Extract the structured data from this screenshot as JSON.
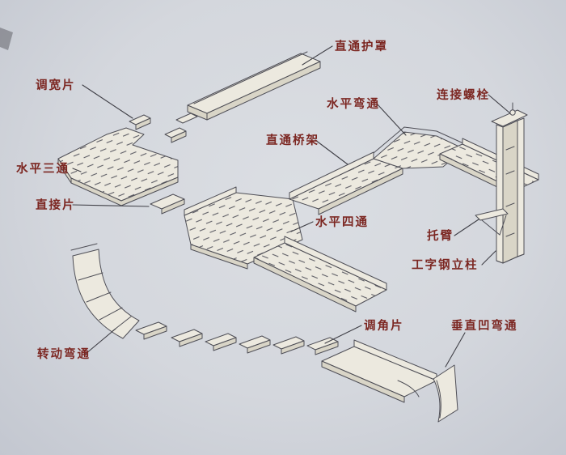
{
  "diagram": {
    "type": "isometric-parts-diagram",
    "labels": [
      {
        "id": "straight-cover",
        "text": "直通护罩"
      },
      {
        "id": "width-adjust-piece",
        "text": "调宽片"
      },
      {
        "id": "horizontal-bend",
        "text": "水平弯通"
      },
      {
        "id": "connecting-bolt",
        "text": "连接螺栓"
      },
      {
        "id": "straight-tray",
        "text": "直通桥架"
      },
      {
        "id": "horizontal-tee",
        "text": "水平三通"
      },
      {
        "id": "direct-piece",
        "text": "直接片"
      },
      {
        "id": "horizontal-cross",
        "text": "水平四通"
      },
      {
        "id": "support-arm",
        "text": "托臂"
      },
      {
        "id": "i-beam-column",
        "text": "工字钢立柱"
      },
      {
        "id": "angle-adjust-piece",
        "text": "调角片"
      },
      {
        "id": "vertical-concave-bend",
        "text": "垂直凹弯通"
      },
      {
        "id": "rotating-bend",
        "text": "转动弯通"
      }
    ],
    "colors": {
      "label": "#7c2722",
      "ink": "#4e4e56",
      "paper": "#d4d7dd",
      "part_fill": "#ece9df",
      "part_shade": "#d9d5c7"
    }
  }
}
